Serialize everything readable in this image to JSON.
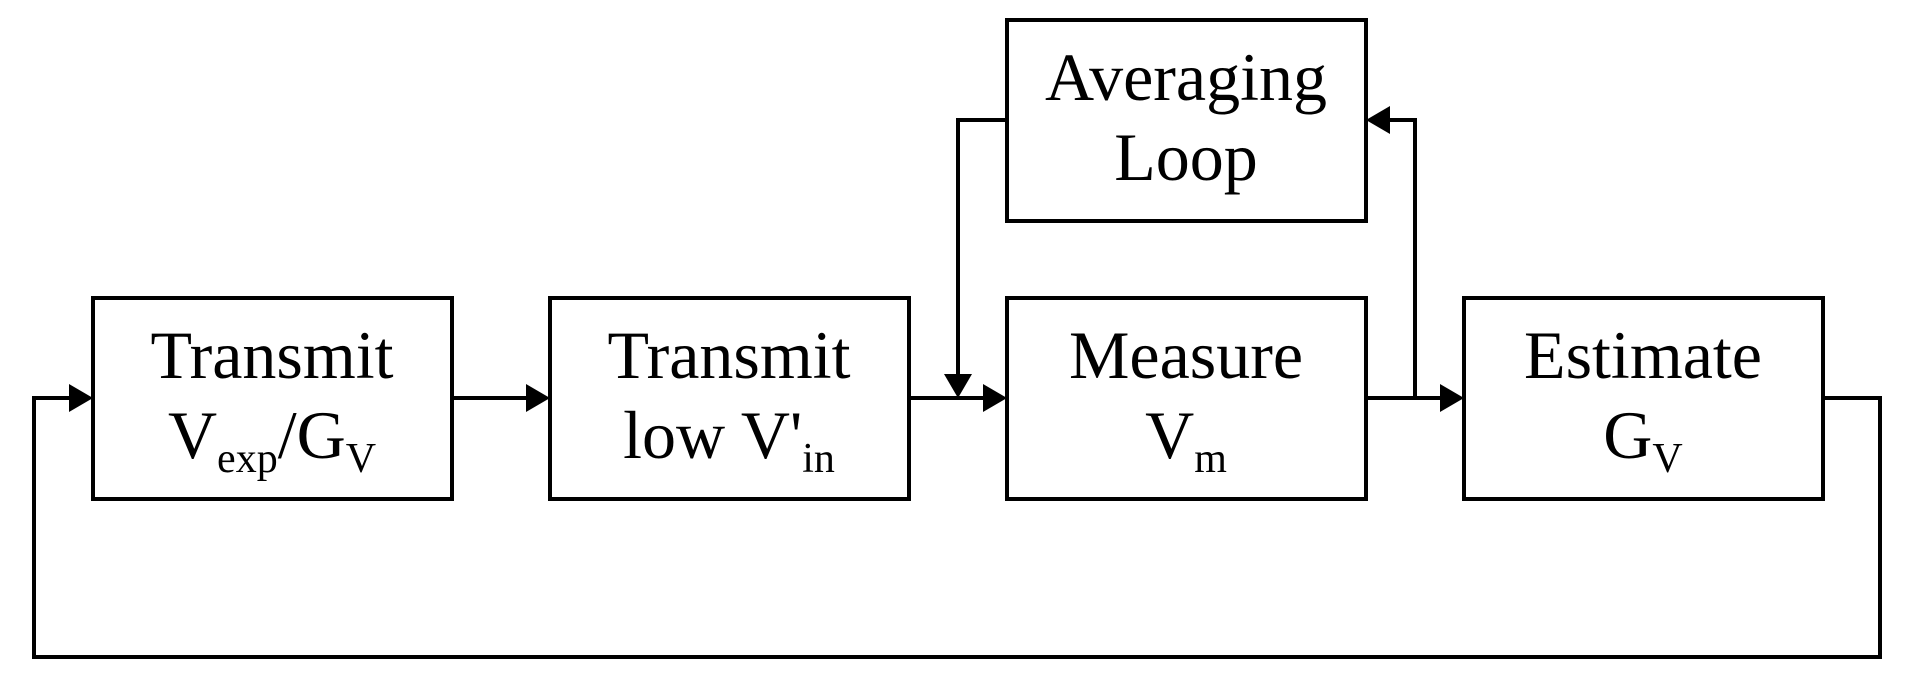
{
  "blocks": {
    "transmit_vexp": {
      "line1": "Transmit",
      "line2_main_1": "V",
      "line2_sub_1": "exp",
      "line2_main_2": "/G",
      "line2_sub_2": "V"
    },
    "transmit_low": {
      "line1": "Transmit",
      "line2_main": "low V'",
      "line2_sub": "in"
    },
    "measure": {
      "line1": "Measure",
      "line2_main": "V",
      "line2_sub": "m"
    },
    "estimate": {
      "line1": "Estimate",
      "line2_main": "G",
      "line2_sub": "V"
    },
    "averaging": {
      "line1": "Averaging",
      "line2": "Loop"
    }
  },
  "colors": {
    "stroke": "#000000",
    "background": "#ffffff"
  }
}
